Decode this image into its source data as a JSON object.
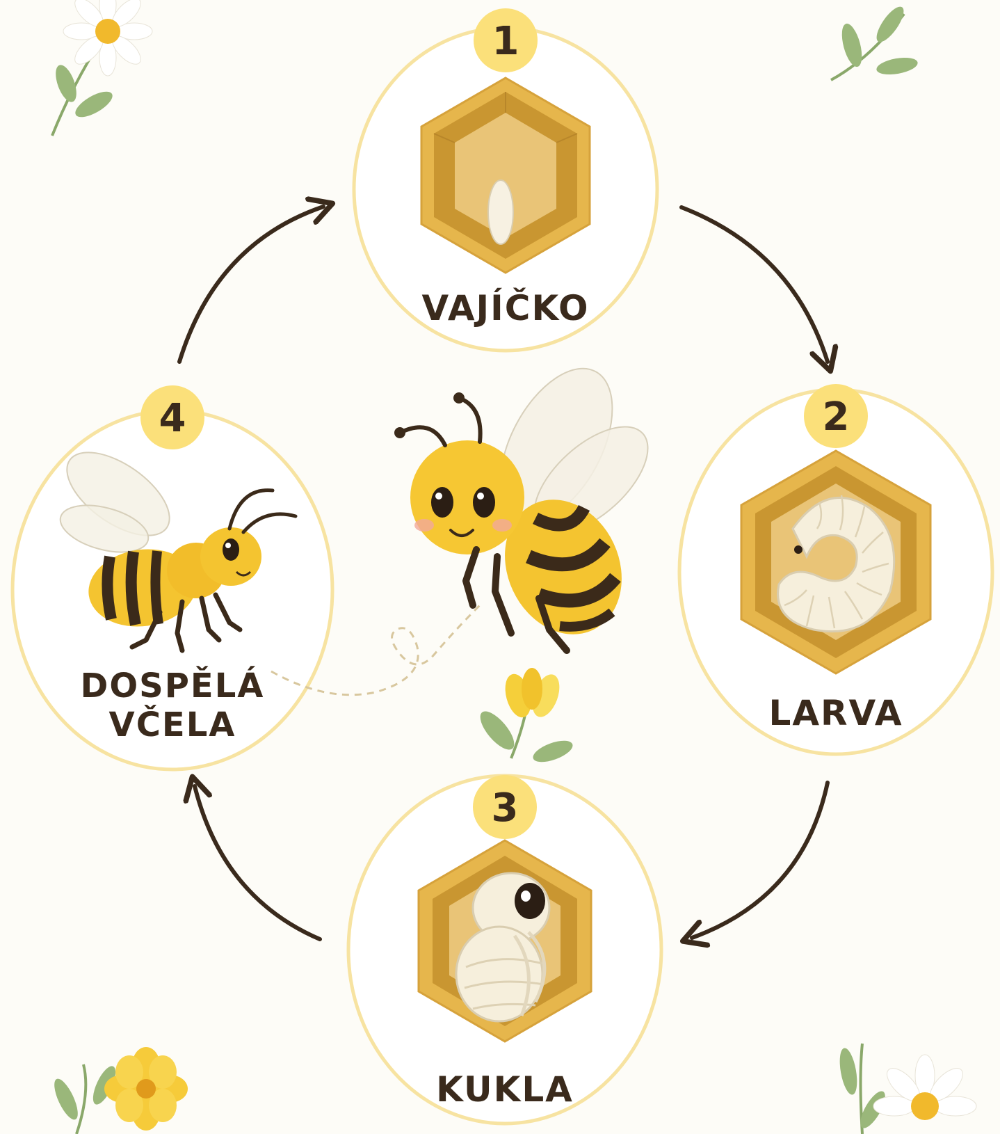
{
  "diagram": {
    "stages": [
      {
        "number": "1",
        "label": "VAJÍČKO",
        "illustration": "egg-in-honeycomb-cell"
      },
      {
        "number": "2",
        "label": "LARVA",
        "illustration": "larva-in-honeycomb-cell"
      },
      {
        "number": "3",
        "label": "KUKLA",
        "illustration": "pupa-in-honeycomb-cell"
      },
      {
        "number": "4",
        "label_line1": "DOSPĚLÁ",
        "label_line2": "VČELA",
        "illustration": "adult-bee"
      }
    ],
    "center_illustration": "cartoon-bee",
    "arrows": [
      "stage-1-to-2",
      "stage-2-to-3",
      "stage-3-to-4",
      "stage-4-to-1"
    ],
    "decorations": [
      "daisy-top-left",
      "leaf-sprig-top-right",
      "yellow-flower-center",
      "flowers-bottom-left",
      "daisy-bottom-right"
    ],
    "colors": {
      "background": "#fdfcf7",
      "ring": "#f7e3a1",
      "badge": "#fbe07a",
      "honey": "#e6b64c",
      "honey_dark": "#c99631",
      "text": "#3a2a1c",
      "arrow": "#3a2a1c",
      "bee_yellow": "#f4c430",
      "bee_stripe": "#3b2a1a",
      "cream": "#f6efdc"
    }
  }
}
